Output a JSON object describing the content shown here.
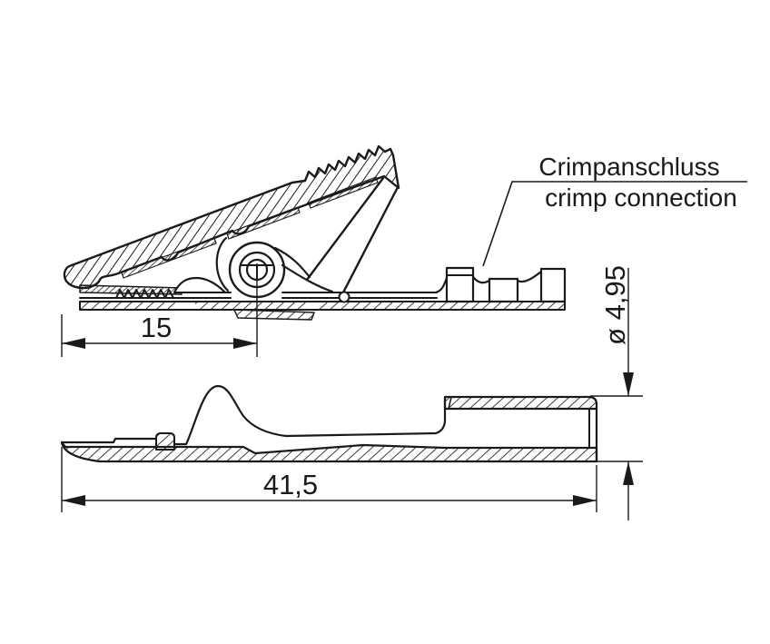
{
  "meta": {
    "drawing_type": "technical-drawing",
    "background_color": "#ffffff",
    "line_color": "#1a1a1a"
  },
  "callout": {
    "line1": "Crimpanschluss",
    "line2": "crimp connection"
  },
  "dimensions": {
    "jaw_length": "15",
    "overall_length": "41,5",
    "barrel_diameter": "ø 4,95"
  }
}
